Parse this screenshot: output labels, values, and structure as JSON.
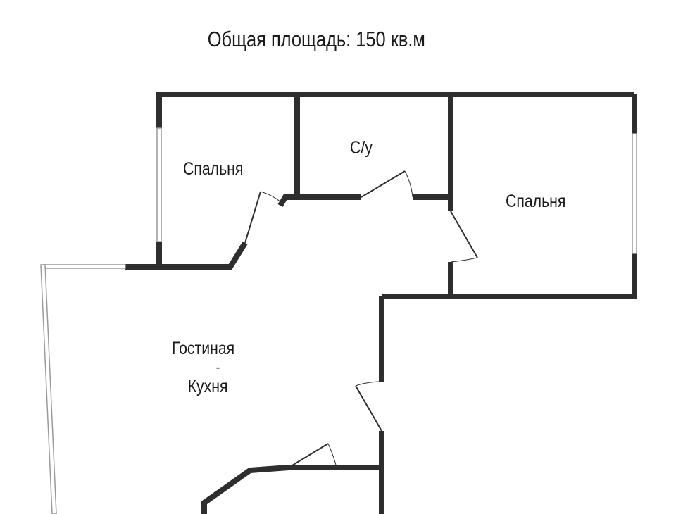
{
  "title": "Общая площадь: 150 кв.м",
  "rooms": {
    "bedroom_left": "Спальня",
    "bathroom": "С/у",
    "bedroom_right": "Спальня",
    "living_line1": "Гостиная",
    "living_line2": "-",
    "living_line3": "Кухня"
  },
  "colors": {
    "wall": "#2e2e2e",
    "window": "#9a9a9a"
  }
}
